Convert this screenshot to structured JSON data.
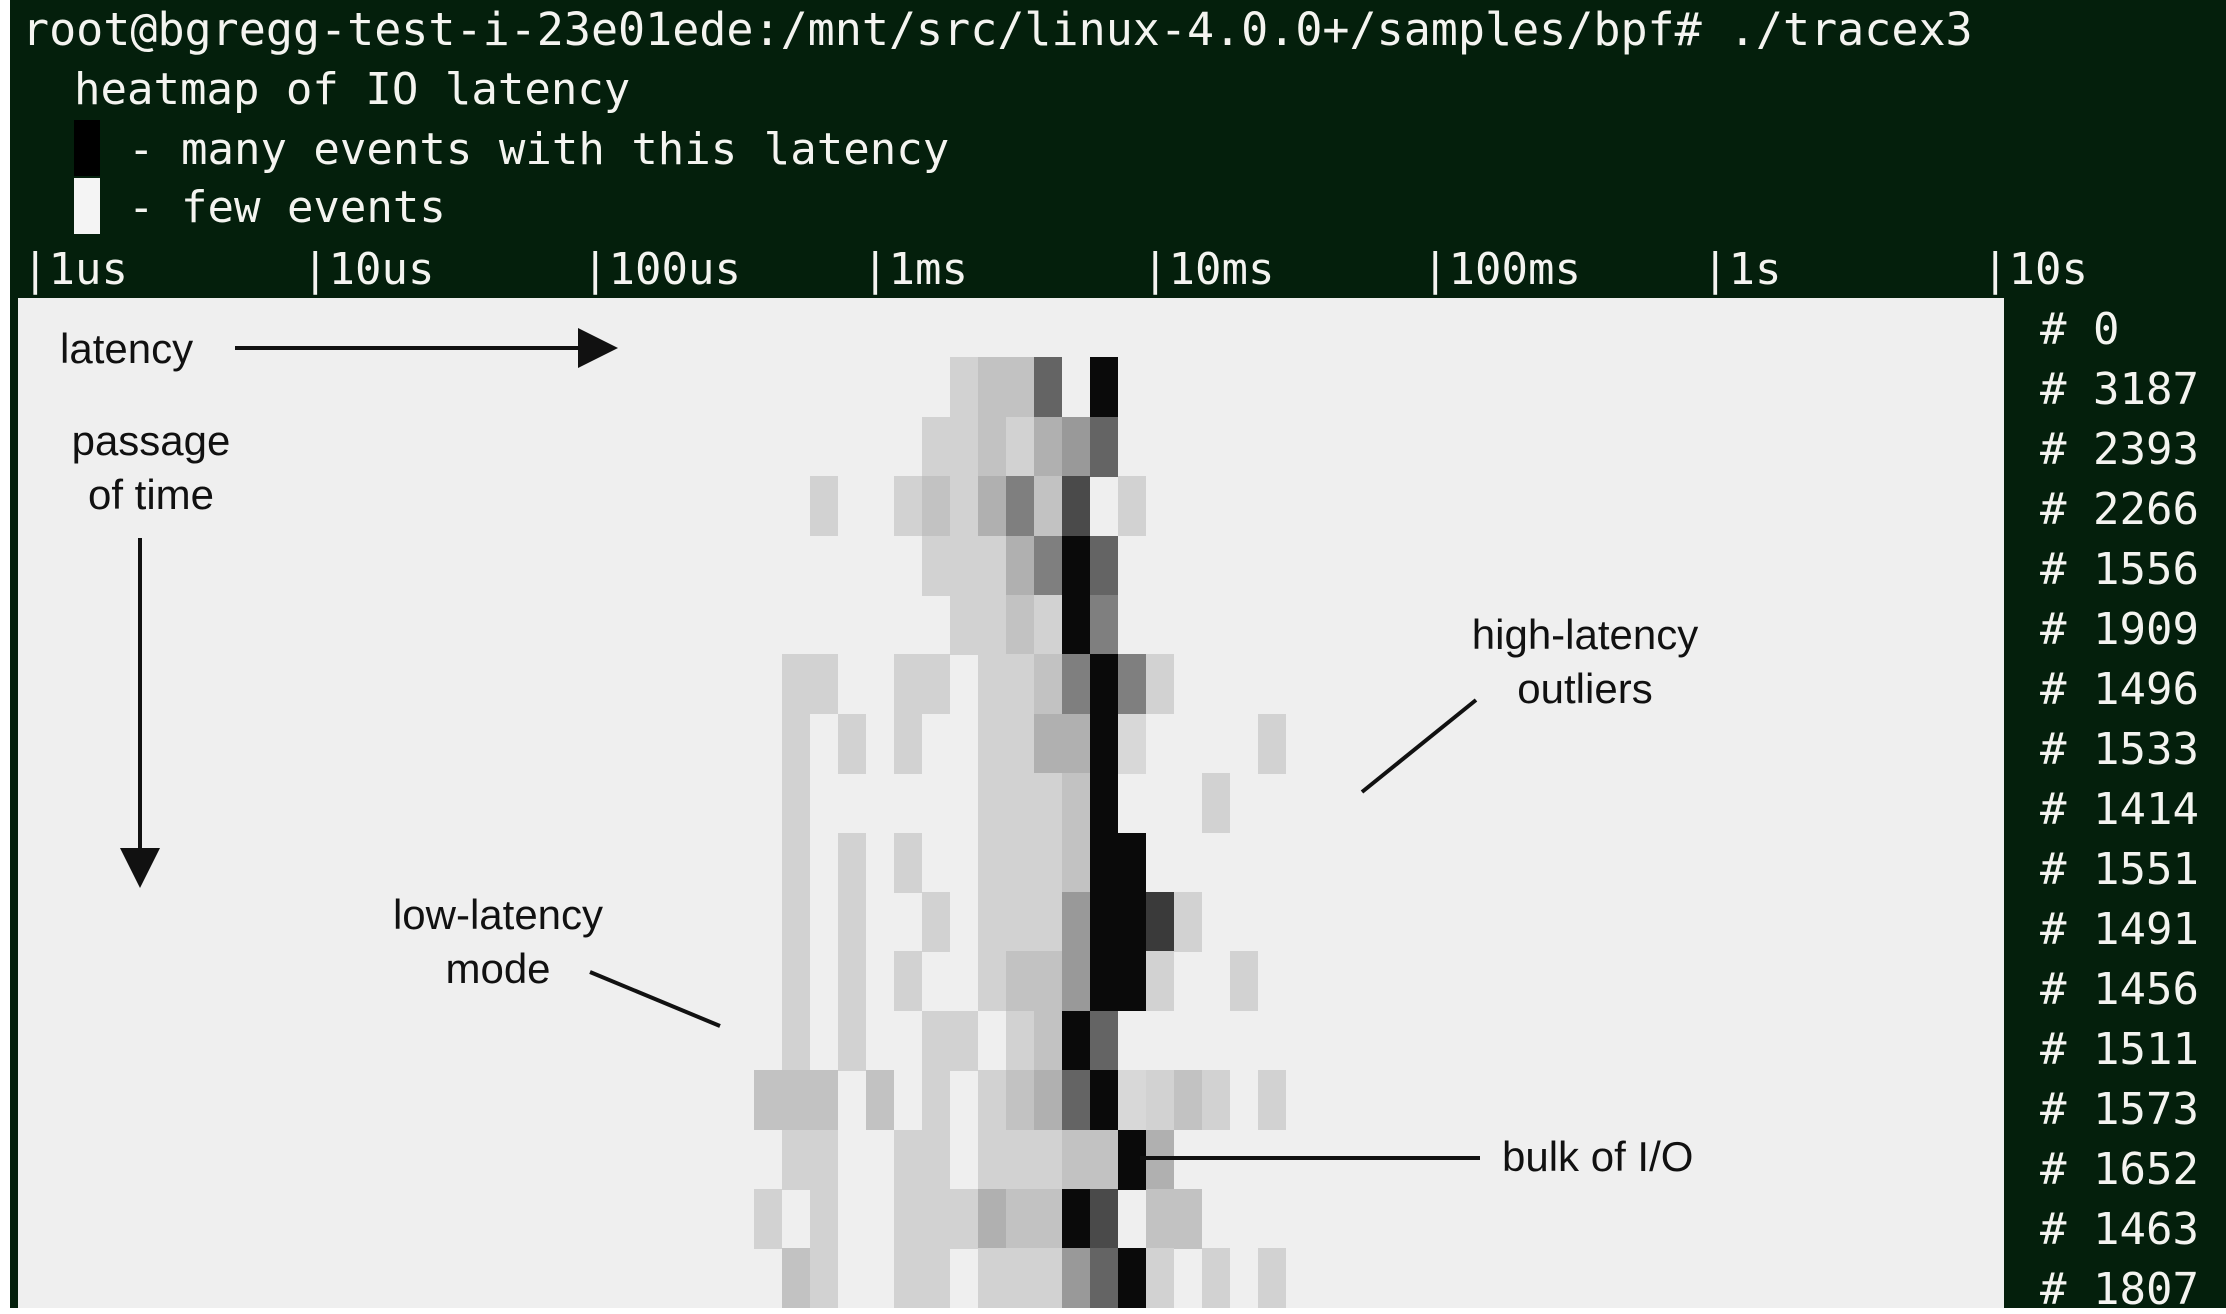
{
  "terminal": {
    "prompt": "root@bgregg-test-i-23e01ede:/mnt/src/linux-4.0.0+/samples/bpf# ./tracex3",
    "heatmap_title": "heatmap of IO latency",
    "legend": {
      "many": "- many events with this latency",
      "few": "- few events",
      "dark_color": "#000000",
      "light_color": "#f4f4f4"
    },
    "ticks": [
      "|1us",
      "|10us",
      "|100us",
      "|1ms",
      "|10ms",
      "|100ms",
      "|1s",
      "|10s"
    ],
    "counts": [
      "# 0",
      "# 3187",
      "# 2393",
      "# 2266",
      "# 1556",
      "# 1909",
      "# 1496",
      "# 1533",
      "# 1414",
      "# 1551",
      "# 1491",
      "# 1456",
      "# 1511",
      "# 1573",
      "# 1652",
      "# 1463",
      "# 1807"
    ],
    "background_color": "#041f0c",
    "text_color": "#f4f4f0"
  },
  "annotations": {
    "latency": "latency",
    "passage": "passage\nof time",
    "high_latency": "high-latency\noutliers",
    "low_latency": "low-latency\nmode",
    "bulk": "bulk of I/O"
  },
  "heatmap": {
    "rows": [
      "",
      "........1226c9...",
      ".......1121346..",
      "...1..1213527.1.",
      ".......1113596.",
      "........112195.",
      "..11..11.1125951",
      "..1.1.1..113390....1",
      "..1......111298..1",
      "..1.1.1..111299.",
      "..1.1..1.111499a1",
      "..1.1.1..1224991..1",
      "..1.1..11.1296..",
      ".222.2.1.123690121.1",
      "..11..11.1112293",
      ".1.1..11132297.22",
      "..21..11.1114691.1.1"
    ]
  }
}
